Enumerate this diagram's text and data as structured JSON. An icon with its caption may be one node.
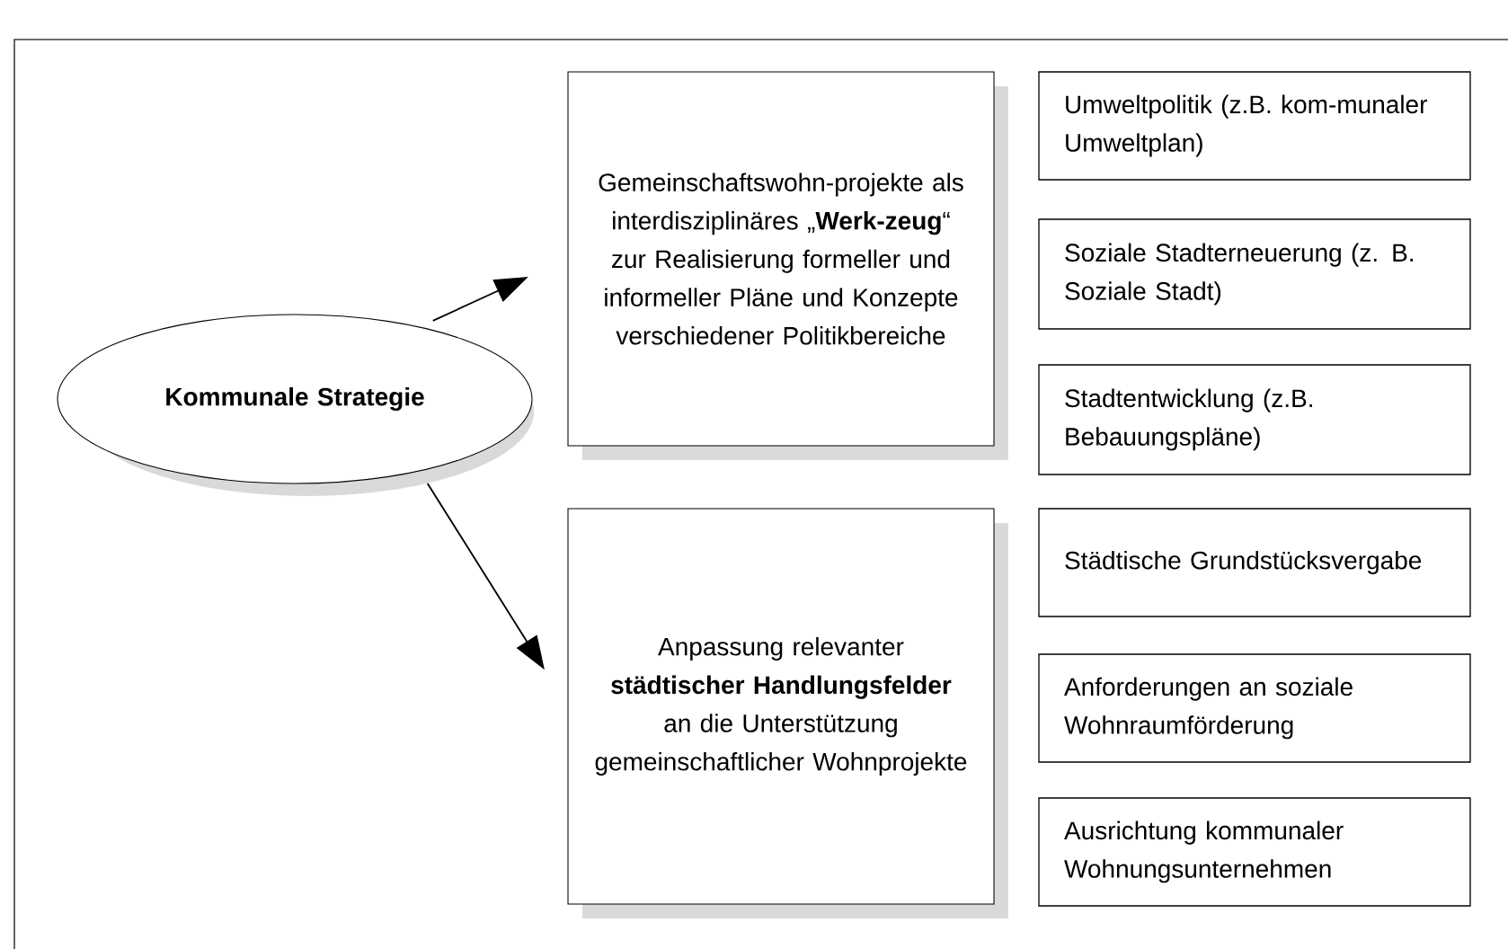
{
  "diagram": {
    "nodes": [
      {
        "text": [
          "**Kommunale Strategie**"
        ]
      },
      {
        "text": [
          "Gemeinschaftswohn-projekte als interdisziplinäres „**Werk-zeug**“ zur Realisierung formeller und informeller Pläne und Konzepte verschiedener Politikbereiche"
        ]
      },
      {
        "text": [
          "Umweltpolitik (z.B. kom-munaler Umweltplan)"
        ]
      },
      {
        "text": [
          "Soziale Stadterneuerung (z. B. Soziale Stadt)"
        ]
      },
      {
        "text": [
          "Stadtentwicklung (z.B. Bebauungspläne)"
        ]
      },
      {
        "text": [
          "Anpassung relevanter **städtischer Handlungsfelder** an die Unterstützung gemeinschaftlicher Wohnprojekte"
        ]
      },
      {
        "text": [
          "Städtische Grundstücksvergabe"
        ]
      },
      {
        "text": [
          "Anforderungen an soziale Wohnraumförderung"
        ]
      },
      {
        "text": [
          "Ausrichtung kommunaler Wohnungsunternehmen"
        ]
      }
    ],
    "edges": [
      {
        "from": 0,
        "to": 1,
        "arrow": "to"
      },
      {
        "from": 0,
        "to": 5,
        "arrow": "to"
      }
    ]
  }
}
